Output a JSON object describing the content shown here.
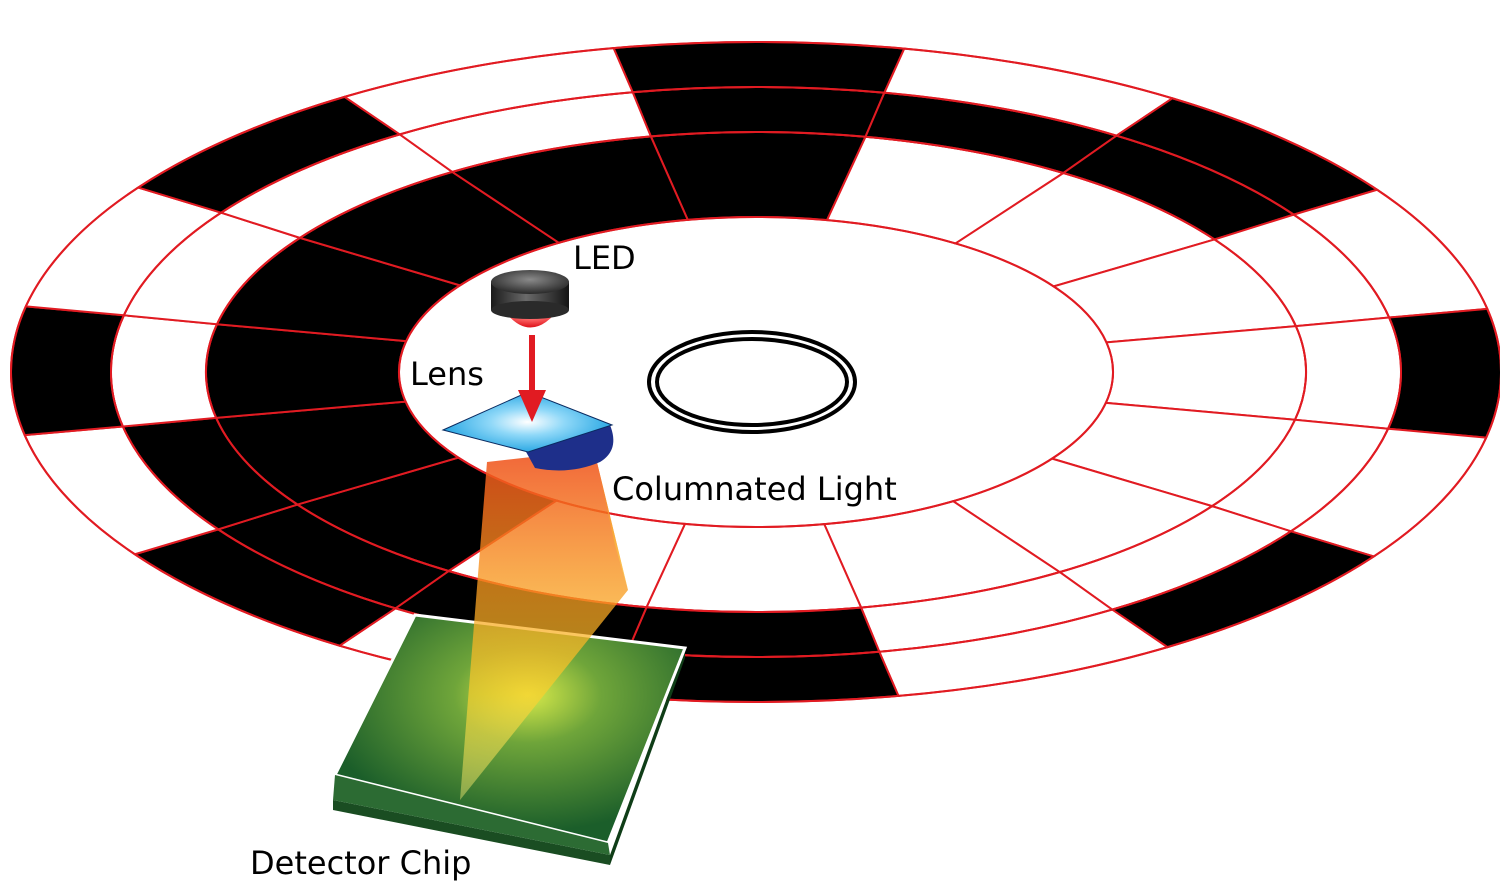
{
  "labels": {
    "led": "LED",
    "lens": "Lens",
    "columnated_light": "Columnated Light",
    "detector_chip": "Detector Chip"
  },
  "encoder": {
    "track_count": 3,
    "sector_count": 16,
    "colors": {
      "dark": "#000000",
      "light": "#ffffff",
      "grid_lines": "#e11b22"
    }
  },
  "components": {
    "led": {
      "body": "#3a3a3a",
      "emission": "#e11b22"
    },
    "light_arrow": {
      "color": "#e11b22"
    },
    "lens": {
      "top": "#29a9e0",
      "highlight": "#ffffff",
      "side": "#1e3a8a"
    },
    "light_beam": {
      "top": "#f0501e",
      "mid": "#f7a21b",
      "bottom": "#fdd835"
    },
    "detector_chip": {
      "top": "#1e6b2c",
      "glow": "#c5e03a",
      "edge": "#ffffff"
    }
  }
}
